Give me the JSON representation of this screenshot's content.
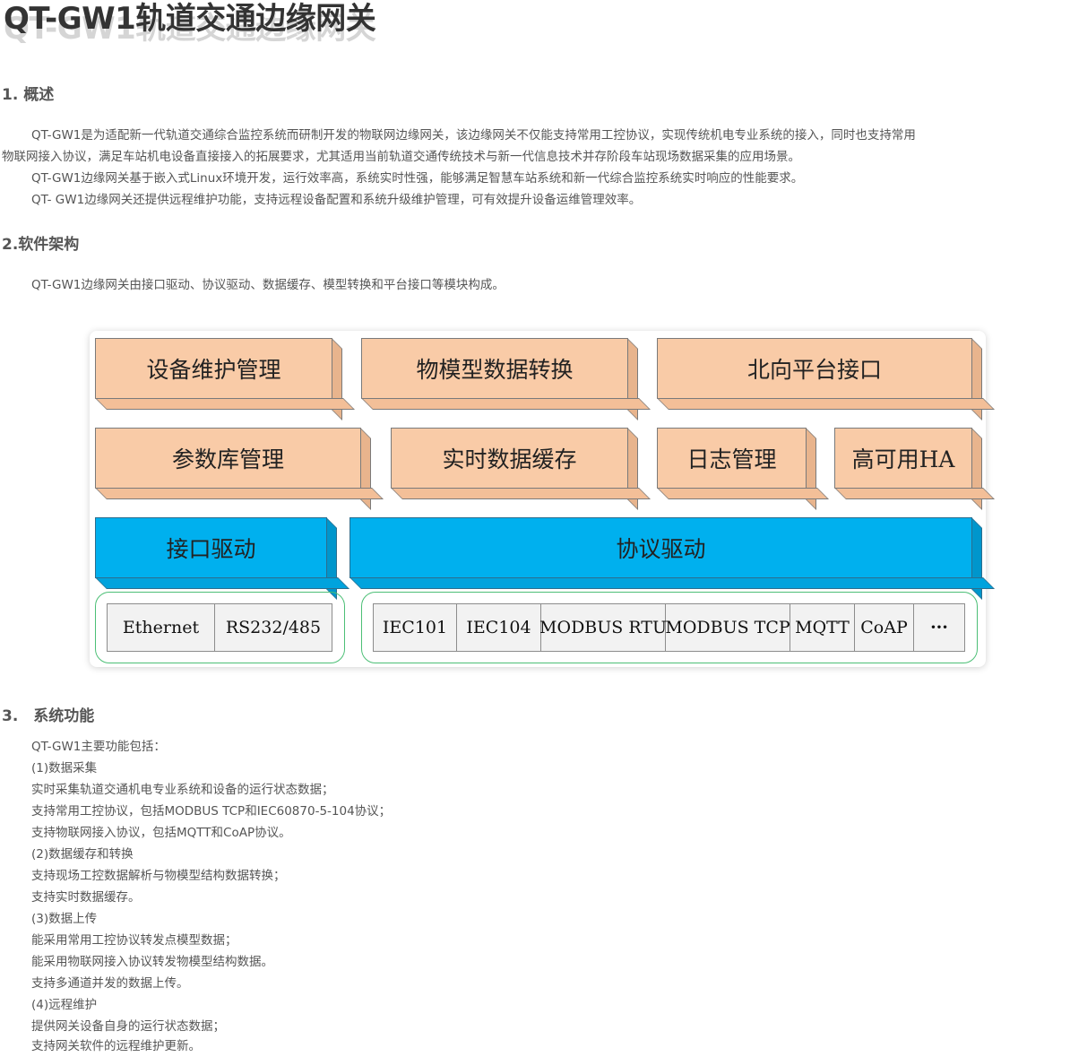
{
  "page": {
    "title": "QT-GW1轨道交通边缘网关"
  },
  "sections": {
    "overview": {
      "heading": "1. 概述",
      "para1_line1": "QT-GW1是为适配新一代轨道交通综合监控系统而研制开发的物联网边缘网关，该边缘网关不仅能支持常用工控协议，实现传统机电专业系统的接入，同时也支持常用",
      "para1_line2": "物联网接入协议，满足车站机电设备直接接入的拓展要求，尤其适用当前轨道交通传统技术与新一代信息技术并存阶段车站现场数据采集的应用场景。",
      "para2": "QT-GW1边缘网关基于嵌入式Linux环境开发，运行效率高，系统实时性强，能够满足智慧车站系统和新一代综合监控系统实时响应的性能要求。",
      "para3": "QT- GW1边缘网关还提供远程维护功能，支持远程设备配置和系统升级维护管理，可有效提升设备运维管理效率。"
    },
    "architecture": {
      "heading": "2.软件架构",
      "para": "QT-GW1边缘网关由接口驱动、协议驱动、数据缓存、模型转换和平台接口等模块构成。"
    },
    "functions": {
      "heading": "3.　系统功能",
      "lines": [
        "QT-GW1主要功能包括：",
        "(1)数据采集",
        "实时采集轨道交通机电专业系统和设备的运行状态数据；",
        "支持常用工控协议，包括MODBUS TCP和IEC60870-5-104协议；",
        "支持物联网接入协议，包括MQTT和CoAP协议。",
        "(2)数据缓存和转换",
        "支持现场工控数据解析与物模型结构数据转换；",
        "支持实时数据缓存。",
        "(3)数据上传",
        "能采用常用工控协议转发点模型数据；",
        "能采用物联网接入协议转发物模型结构数据。",
        "支持多通道并发的数据上传。",
        "(4)远程维护",
        "提供网关设备自身的运行状态数据；",
        "支持网关软件的远程维护更新。"
      ]
    }
  },
  "diagram": {
    "row1": [
      "设备维护管理",
      "物模型数据转换",
      "北向平台接口"
    ],
    "row2": [
      "参数库管理",
      "实时数据缓存",
      "日志管理",
      "高可用HA"
    ],
    "row3": [
      "接口驱动",
      "协议驱动"
    ],
    "interfaces": [
      "Ethernet",
      "RS232/485"
    ],
    "protocols": [
      "IEC101",
      "IEC104",
      "MODBUS RTU",
      "MODBUS TCP",
      "MQTT",
      "CoAP",
      "···"
    ],
    "colors": {
      "module_fill": "#f9cba7",
      "driver_fill": "#00b0ee",
      "group_border": "#4cbf76"
    }
  }
}
